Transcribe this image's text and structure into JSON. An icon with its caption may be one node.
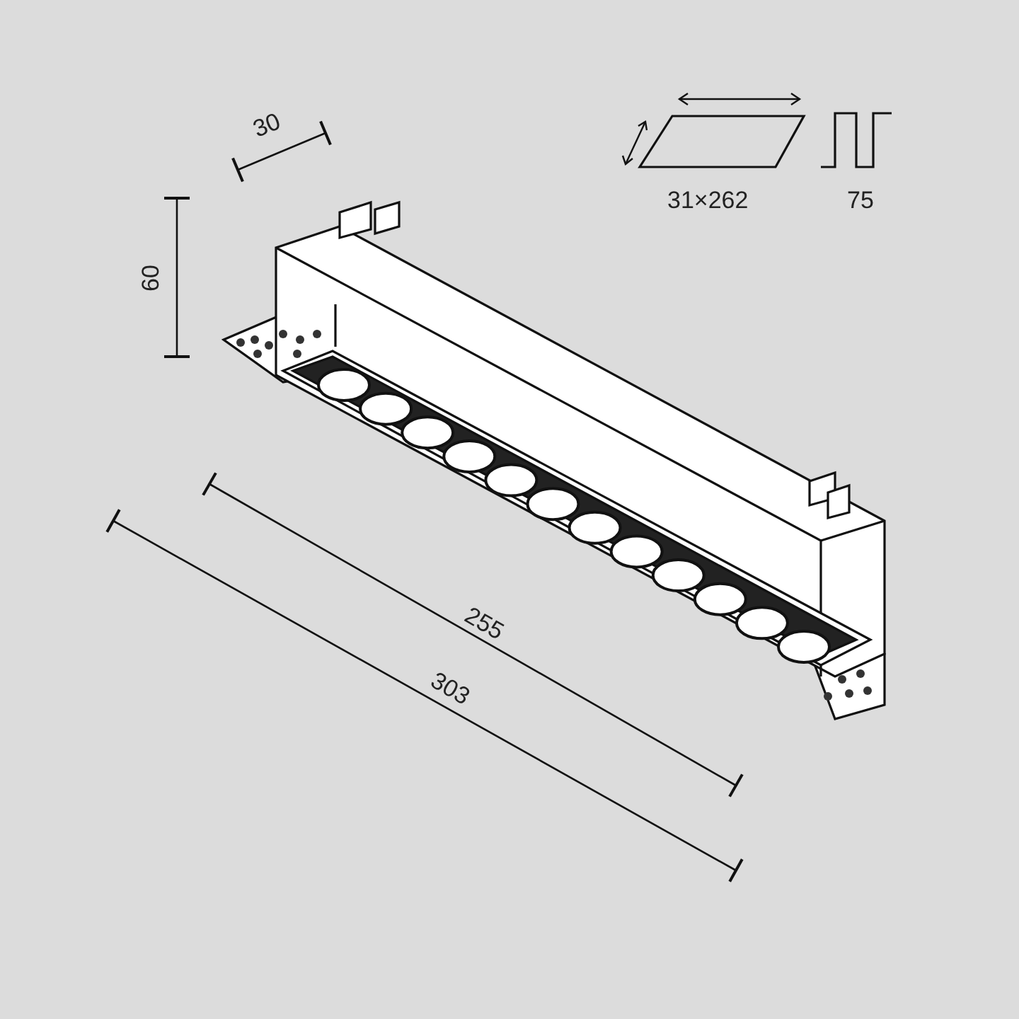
{
  "diagram": {
    "labels": [
      "30",
      "31×262",
      "75",
      "60",
      "255",
      "303"
    ]
  }
}
